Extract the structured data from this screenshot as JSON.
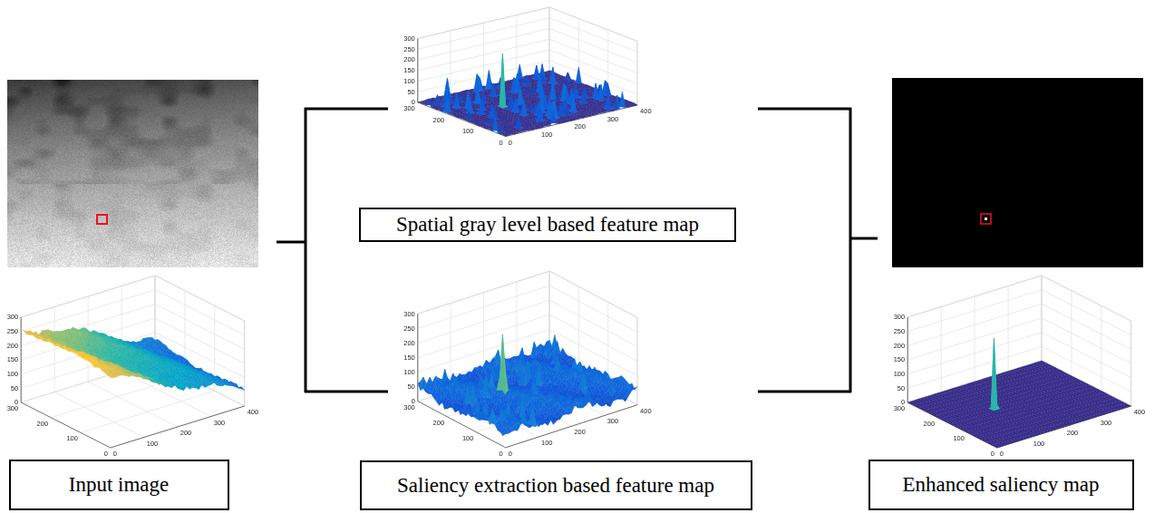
{
  "diagram": {
    "nodes": [
      {
        "text": [
          "Input image"
        ]
      },
      {
        "text": [
          "Spatial gray level based feature map"
        ]
      },
      {
        "text": [
          "Saliency extraction based feature map"
        ]
      },
      {
        "text": [
          "Enhanced saliency map"
        ]
      }
    ],
    "labels": [
      "300",
      "250",
      "200",
      "150",
      "100",
      "50",
      "0",
      "300",
      "200",
      "100",
      "0",
      "0",
      "100",
      "200",
      "300",
      "400",
      "300",
      "250",
      "200",
      "150",
      "100",
      "50",
      "0",
      "300",
      "200",
      "100",
      "0",
      "0",
      "100",
      "200",
      "300",
      "400",
      "300",
      "250",
      "200",
      "150",
      "100",
      "50",
      "0",
      "300",
      "200",
      "100",
      "0",
      "0",
      "100",
      "200",
      "300",
      "400",
      "300",
      "250",
      "200",
      "150",
      "100",
      "50",
      "0",
      "300",
      "200",
      "100",
      "0",
      "0",
      "100",
      "200",
      "300",
      "400"
    ]
  }
}
